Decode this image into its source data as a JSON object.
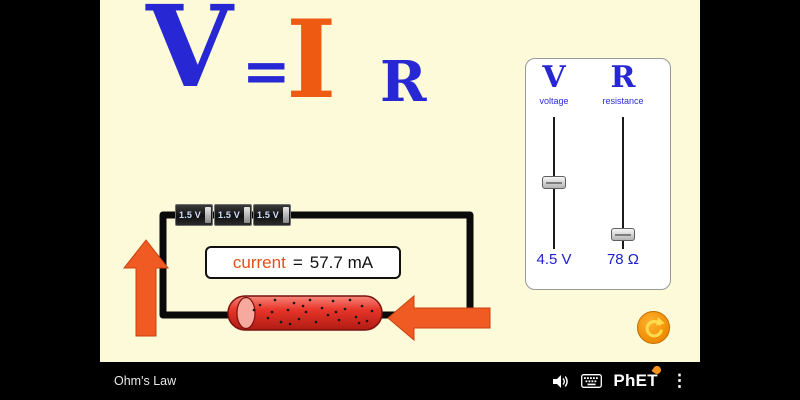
{
  "formula": {
    "v": "V",
    "eq": "=",
    "i": "I",
    "r": "R"
  },
  "panel": {
    "v_symbol": "V",
    "v_label": "voltage",
    "v_value": "4.5 V",
    "r_symbol": "R",
    "r_label": "resistance",
    "r_value": "78 Ω"
  },
  "circuit": {
    "batteries": [
      "1.5 V",
      "1.5 V",
      "1.5 V"
    ],
    "current_label": "current",
    "current_eq": "=",
    "current_value": "57.7 mA"
  },
  "navbar": {
    "title": "Ohm's Law",
    "brand": "PhET",
    "menu_glyph": "⋮"
  },
  "colors": {
    "background": "#fcfad8",
    "formula_blue": "#2727d3",
    "formula_orange": "#ee5a12",
    "arrow_orange": "#ef5b22",
    "current_label_red": "#e84e14",
    "resistor_red": "#e8352a",
    "reset_orange": "#ef8b02"
  }
}
